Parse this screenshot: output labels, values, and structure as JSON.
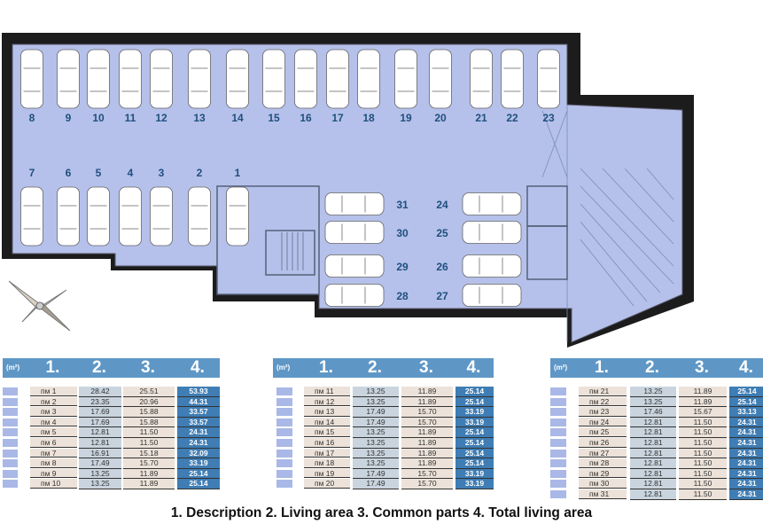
{
  "plan": {
    "top_row_spots": [
      "8",
      "9",
      "10",
      "11",
      "12",
      "13",
      "14",
      "15",
      "16",
      "17",
      "18",
      "19",
      "20",
      "21",
      "22",
      "23"
    ],
    "bottom_row_spots": [
      "7",
      "6",
      "5",
      "4",
      "3",
      "2",
      "1"
    ],
    "right_left_column_spots": [
      "31",
      "30",
      "29",
      "28"
    ],
    "right_right_column_spots": [
      "24",
      "25",
      "26",
      "27"
    ],
    "colors": {
      "floor": "#b5c1ea",
      "walls": "#1c1c1c",
      "label": "#1f4f7e"
    }
  },
  "tables": [
    {
      "unit": "(m²)",
      "headers": [
        "1.",
        "2.",
        "3.",
        "4."
      ],
      "rows": [
        [
          "пм 1",
          "28.42",
          "25.51",
          "53.93"
        ],
        [
          "пм 2",
          "23.35",
          "20.96",
          "44.31"
        ],
        [
          "пм 3",
          "17.69",
          "15.88",
          "33.57"
        ],
        [
          "пм 4",
          "17.69",
          "15.88",
          "33.57"
        ],
        [
          "пм 5",
          "12.81",
          "11.50",
          "24.31"
        ],
        [
          "пм 6",
          "12.81",
          "11.50",
          "24.31"
        ],
        [
          "пм 7",
          "16.91",
          "15.18",
          "32.09"
        ],
        [
          "пм 8",
          "17.49",
          "15.70",
          "33.19"
        ],
        [
          "пм 9",
          "13.25",
          "11.89",
          "25.14"
        ],
        [
          "пм 10",
          "13.25",
          "11.89",
          "25.14"
        ]
      ]
    },
    {
      "unit": "(m²)",
      "headers": [
        "1.",
        "2.",
        "3.",
        "4."
      ],
      "rows": [
        [
          "пм 11",
          "13.25",
          "11.89",
          "25.14"
        ],
        [
          "пм 12",
          "13.25",
          "11.89",
          "25.14"
        ],
        [
          "пм 13",
          "17.49",
          "15.70",
          "33.19"
        ],
        [
          "пм 14",
          "17.49",
          "15.70",
          "33.19"
        ],
        [
          "пм 15",
          "13.25",
          "11.89",
          "25.14"
        ],
        [
          "пм 16",
          "13.25",
          "11.89",
          "25.14"
        ],
        [
          "пм 17",
          "13.25",
          "11.89",
          "25.14"
        ],
        [
          "пм 18",
          "13.25",
          "11.89",
          "25.14"
        ],
        [
          "пм 19",
          "17.49",
          "15.70",
          "33.19"
        ],
        [
          "пм 20",
          "17.49",
          "15.70",
          "33.19"
        ]
      ]
    },
    {
      "unit": "(m²)",
      "headers": [
        "1.",
        "2.",
        "3.",
        "4."
      ],
      "rows": [
        [
          "пм 21",
          "13.25",
          "11.89",
          "25.14"
        ],
        [
          "пм 22",
          "13.25",
          "11.89",
          "25.14"
        ],
        [
          "пм 23",
          "17.46",
          "15.67",
          "33.13"
        ],
        [
          "пм 24",
          "12.81",
          "11.50",
          "24.31"
        ],
        [
          "пм 25",
          "12.81",
          "11.50",
          "24.31"
        ],
        [
          "пм 26",
          "12.81",
          "11.50",
          "24.31"
        ],
        [
          "пм 27",
          "12.81",
          "11.50",
          "24.31"
        ],
        [
          "пм 28",
          "12.81",
          "11.50",
          "24.31"
        ],
        [
          "пм 29",
          "12.81",
          "11.50",
          "24.31"
        ],
        [
          "пм 30",
          "12.81",
          "11.50",
          "24.31"
        ],
        [
          "пм 31",
          "12.81",
          "11.50",
          "24.31"
        ]
      ]
    }
  ],
  "legend": "1. Description  2. Living area  3. Common parts    4. Total living area"
}
